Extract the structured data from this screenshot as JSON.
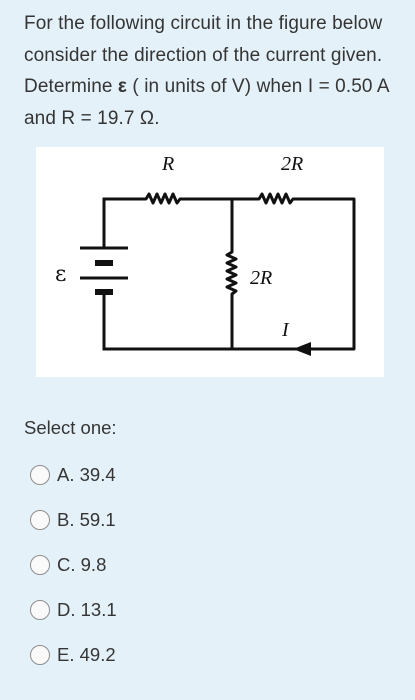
{
  "question": {
    "part1": "For the following circuit in the figure below consider the direction of the current given. Determine ",
    "symbol": "ε",
    "part2": " ( in units of V)  when I = 0.50 A and R = 19.7 Ω."
  },
  "figure": {
    "label_top_left_resistor": "R",
    "label_top_right_resistor": "2R",
    "label_middle_resistor": "2R",
    "label_emf": "ε",
    "label_current": "I"
  },
  "prompt": "Select one:",
  "options": [
    {
      "label": "A. 39.4"
    },
    {
      "label": "B. 59.1"
    },
    {
      "label": "C. 9.8"
    },
    {
      "label": "D. 13.1"
    },
    {
      "label": "E. 49.2"
    }
  ]
}
